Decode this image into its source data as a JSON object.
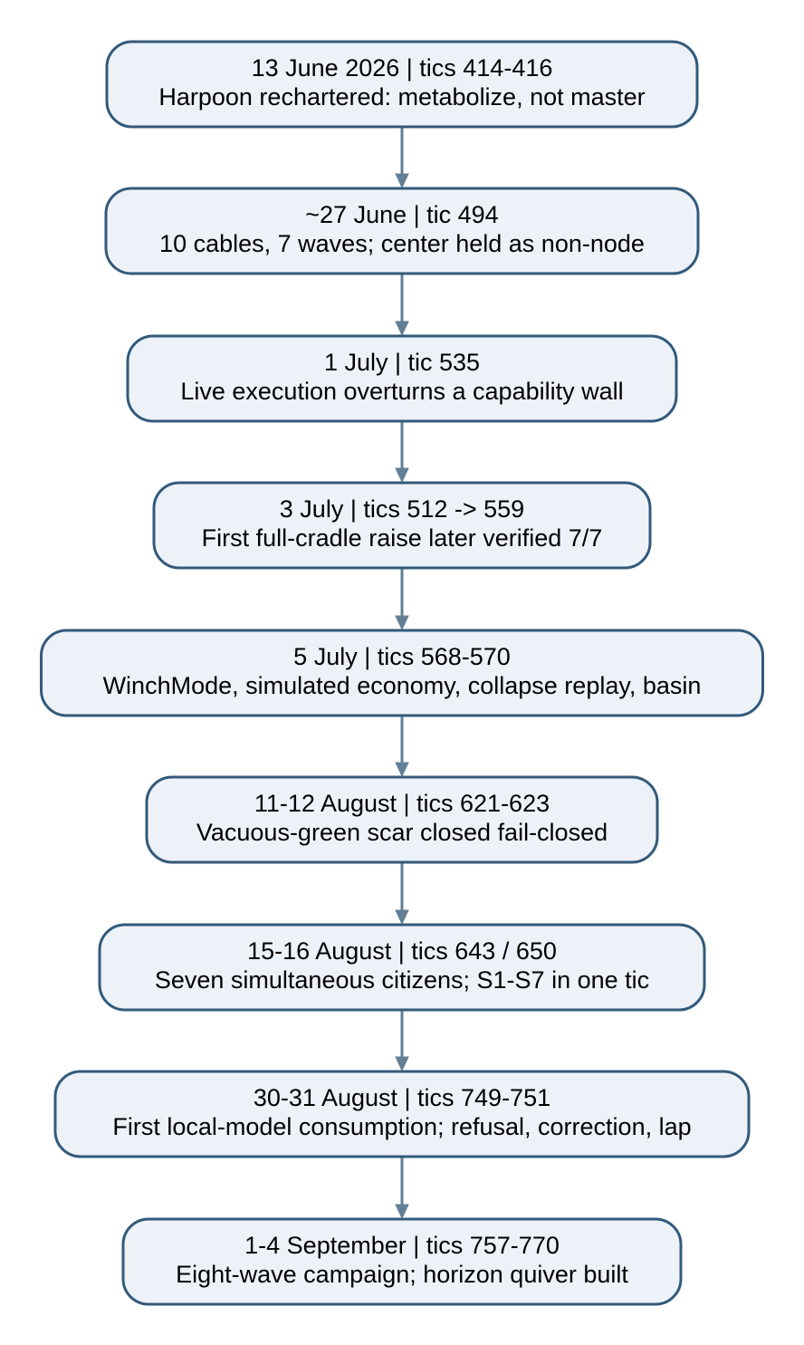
{
  "diagram": {
    "nodes": [
      {
        "id": "n1",
        "title": "13 June 2026 | tics 414-416",
        "subtitle": "Harpoon rechartered: metabolize, not master"
      },
      {
        "id": "n2",
        "title": "~27 June | tic 494",
        "subtitle": "10 cables, 7 waves; center held as non-node"
      },
      {
        "id": "n3",
        "title": "1 July | tic 535",
        "subtitle": "Live execution overturns a capability wall"
      },
      {
        "id": "n4",
        "title": "3 July | tics 512 -> 559",
        "subtitle": "First full-cradle raise later verified 7/7"
      },
      {
        "id": "n5",
        "title": "5 July | tics 568-570",
        "subtitle": "WinchMode, simulated economy, collapse replay, basin"
      },
      {
        "id": "n6",
        "title": "11-12 August | tics 621-623",
        "subtitle": "Vacuous-green scar closed fail-closed"
      },
      {
        "id": "n7",
        "title": "15-16 August | tics 643 / 650",
        "subtitle": "Seven simultaneous citizens; S1-S7 in one tic"
      },
      {
        "id": "n8",
        "title": "30-31 August | tics 749-751",
        "subtitle": "First local-model consumption; refusal, correction, lap"
      },
      {
        "id": "n9",
        "title": "1-4 September | tics 757-770",
        "subtitle": "Eight-wave campaign; horizon quiver built"
      }
    ],
    "edges": [
      {
        "from": "n1",
        "to": "n2"
      },
      {
        "from": "n2",
        "to": "n3"
      },
      {
        "from": "n3",
        "to": "n4"
      },
      {
        "from": "n4",
        "to": "n5"
      },
      {
        "from": "n5",
        "to": "n6"
      },
      {
        "from": "n6",
        "to": "n7"
      },
      {
        "from": "n7",
        "to": "n8"
      },
      {
        "from": "n8",
        "to": "n9"
      }
    ],
    "colors": {
      "node_fill": "#edf2f9",
      "node_border": "#335a7a",
      "edge": "#627f95",
      "text": "#000000"
    }
  }
}
